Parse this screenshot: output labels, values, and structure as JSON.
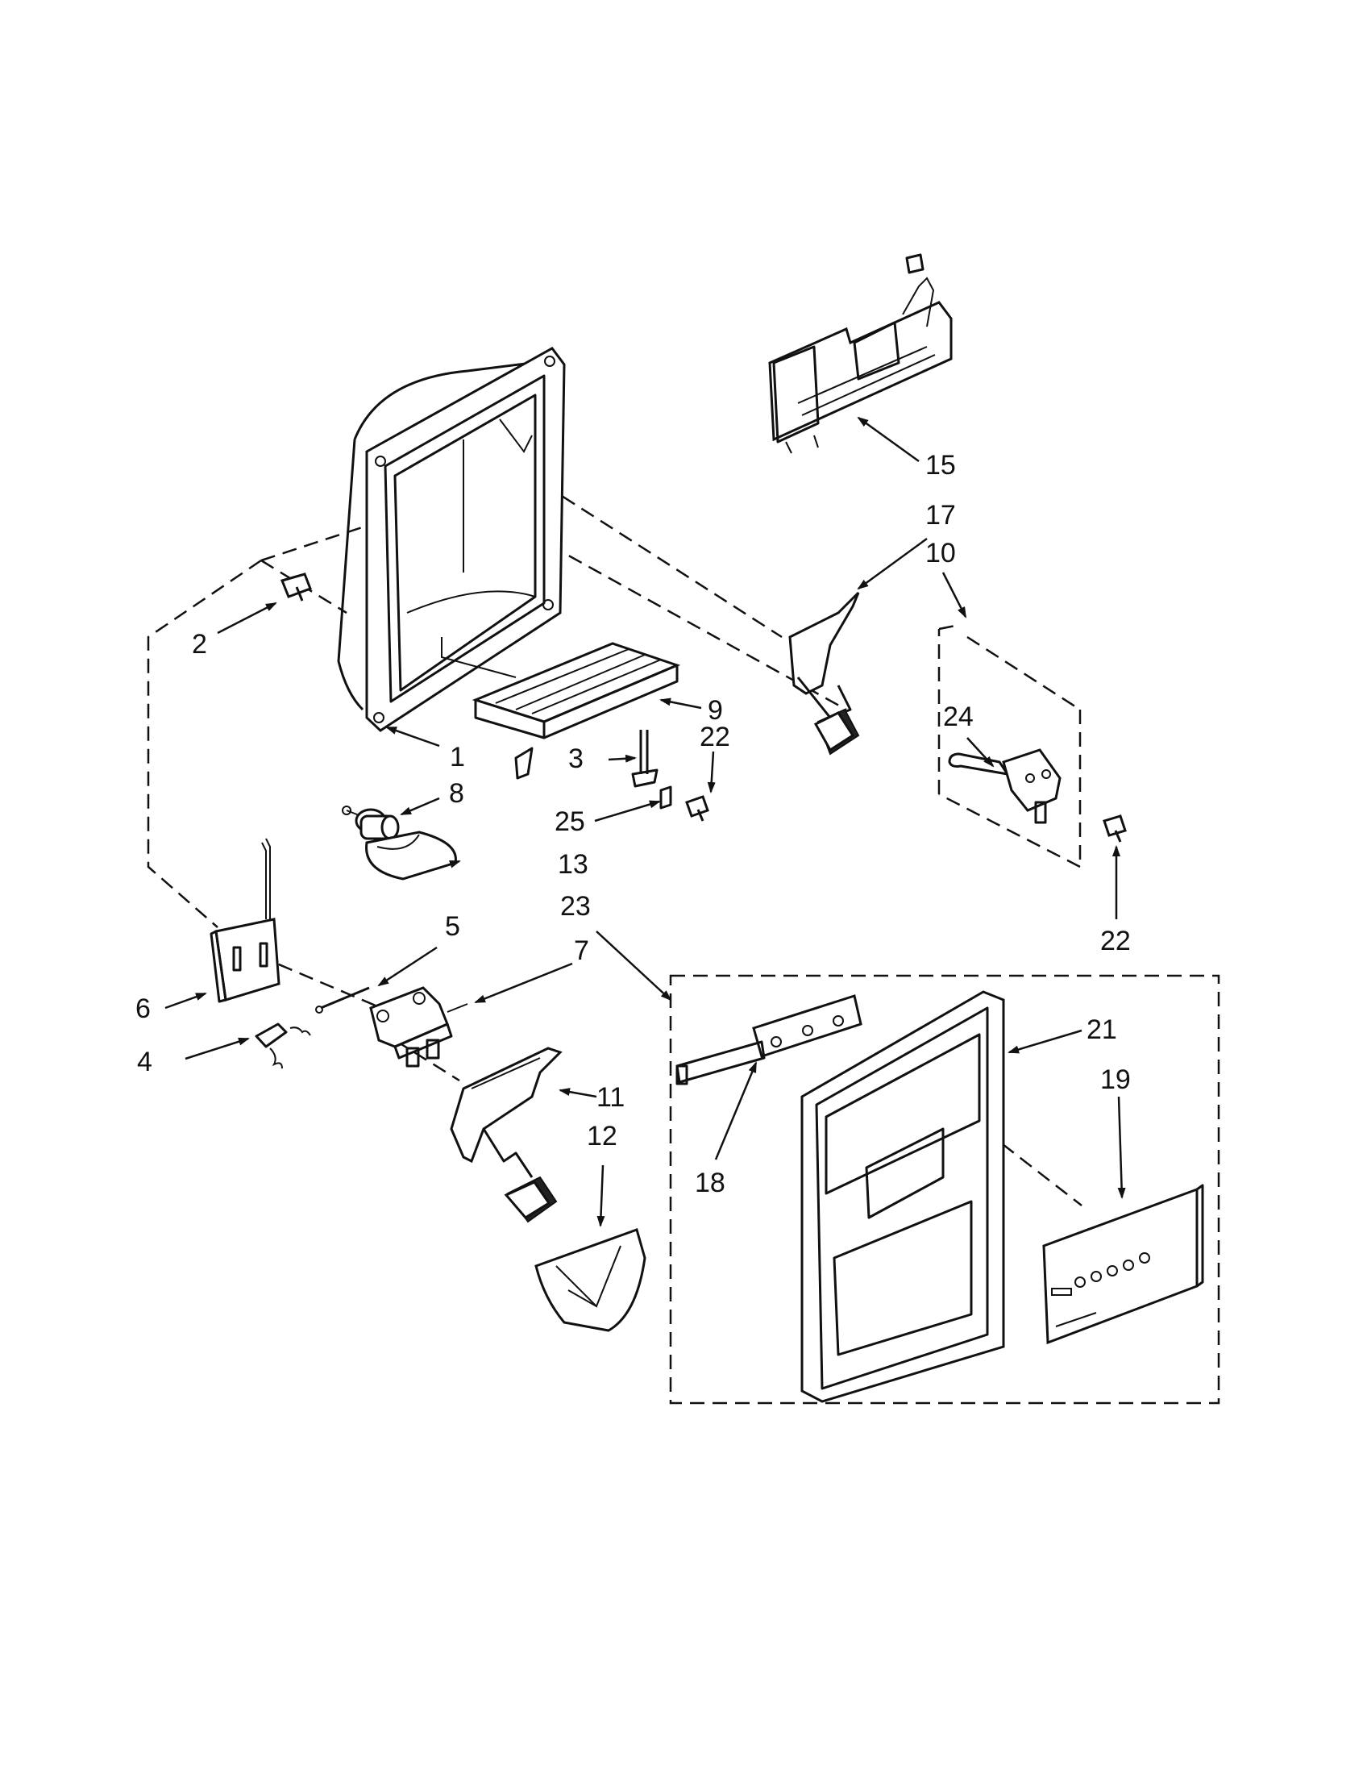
{
  "callouts": {
    "c1": "1",
    "c2": "2",
    "c3": "3",
    "c4": "4",
    "c5": "5",
    "c6": "6",
    "c7": "7",
    "c8": "8",
    "c9": "9",
    "c10": "10",
    "c11": "11",
    "c12": "12",
    "c13": "13",
    "c15": "15",
    "c17": "17",
    "c18": "18",
    "c19": "19",
    "c21": "21",
    "c22a": "22",
    "c22b": "22",
    "c23": "23",
    "c24": "24",
    "c25": "25"
  }
}
